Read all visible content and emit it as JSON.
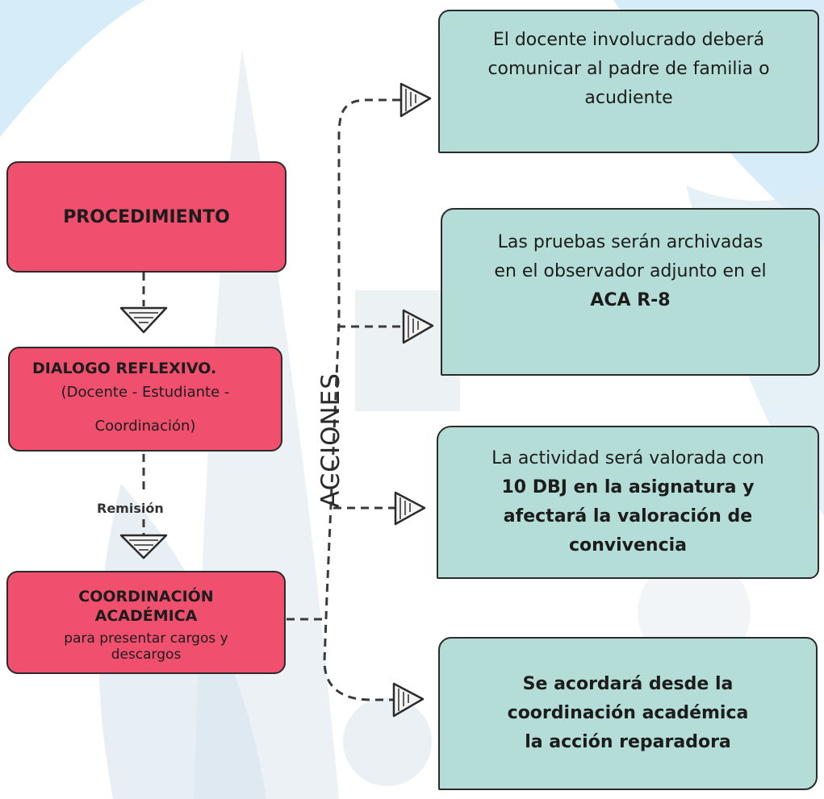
{
  "procedure": {
    "title": "PROCEDIMIENTO",
    "dialogo": {
      "title": "DIALOGO REFLEXIVO.",
      "line1": "(Docente - Estudiante -",
      "line2": "Coordinación)"
    },
    "remision": "Remisión",
    "coordinacion": {
      "line1": "COORDINACIÓN",
      "line2": "ACADÉMICA",
      "line3": "para presentar cargos y",
      "line4": "descargos"
    }
  },
  "acciones_label": "ACCIONES",
  "actions": [
    {
      "lines": [
        "El docente involucrado deberá",
        "comunicar al padre de familia o",
        "acudiente"
      ]
    },
    {
      "lines": [
        "Las pruebas serán archivadas",
        "en el observador adjunto en el"
      ],
      "bold": "ACA R-8"
    },
    {
      "line1": "La actividad será valorada con",
      "bold": [
        "10 DBJ en la asignatura y",
        "afectará la valoración de",
        "convivencia"
      ]
    },
    {
      "lines": [
        "Se acordará desde la",
        "coordinación académica",
        "la acción reparadora"
      ]
    }
  ],
  "colors": {
    "red_box": "#f0506e",
    "teal_box": "#b3ddd6",
    "outline": "#2b2b2b",
    "background_blue": "#d6ecf8"
  }
}
